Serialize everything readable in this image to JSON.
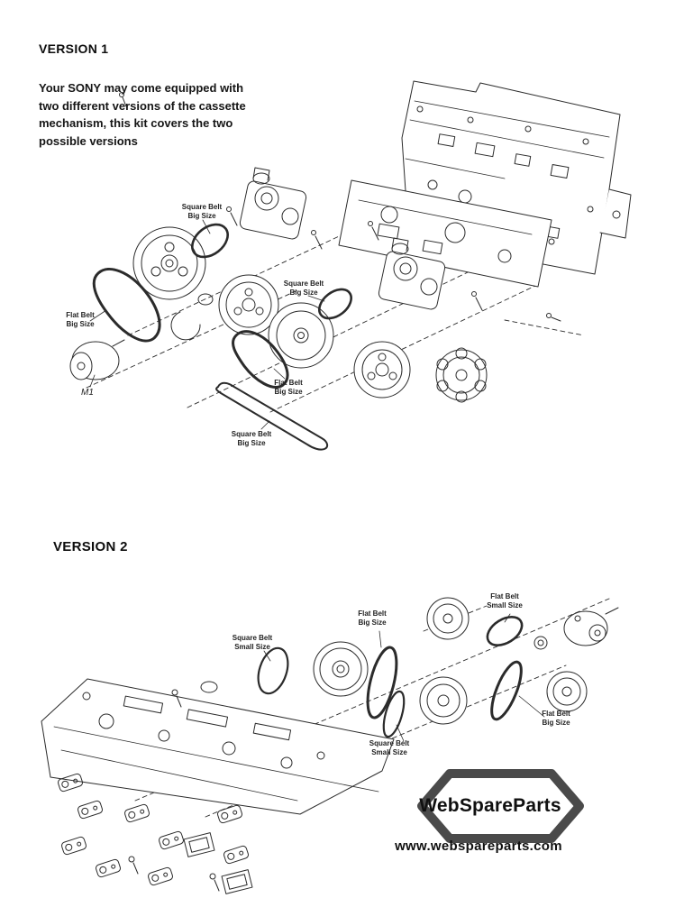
{
  "colors": {
    "ink": "#2b2b2b",
    "logo_gray": "#4a4a4a",
    "paper": "#ffffff"
  },
  "version1": {
    "heading": "VERSION 1",
    "intro": "Your SONY may come equipped with\ntwo different versions of the cassette\nmechanism, this kit covers the two\npossible versions",
    "labels": [
      {
        "text": "Square Belt\nBig Size"
      },
      {
        "text": "Flat Belt\nBig Size"
      },
      {
        "text": "Square Belt\nBig Size"
      },
      {
        "text": "Flat Belt\nBig Size"
      },
      {
        "text": "Square Belt\nBig Size"
      }
    ],
    "motor_label": "M1"
  },
  "version2": {
    "heading": "VERSION 2",
    "labels": [
      {
        "text": "Square Belt\nSmall Size"
      },
      {
        "text": "Flat Belt\nBig Size"
      },
      {
        "text": "Flat Belt\nSmall Size"
      },
      {
        "text": "Flat Belt\nBig Size"
      },
      {
        "text": "Square Belt\nSmall Size"
      }
    ]
  },
  "footer": {
    "brand": "WebSpareParts",
    "url": "www.webspareparts.com"
  }
}
